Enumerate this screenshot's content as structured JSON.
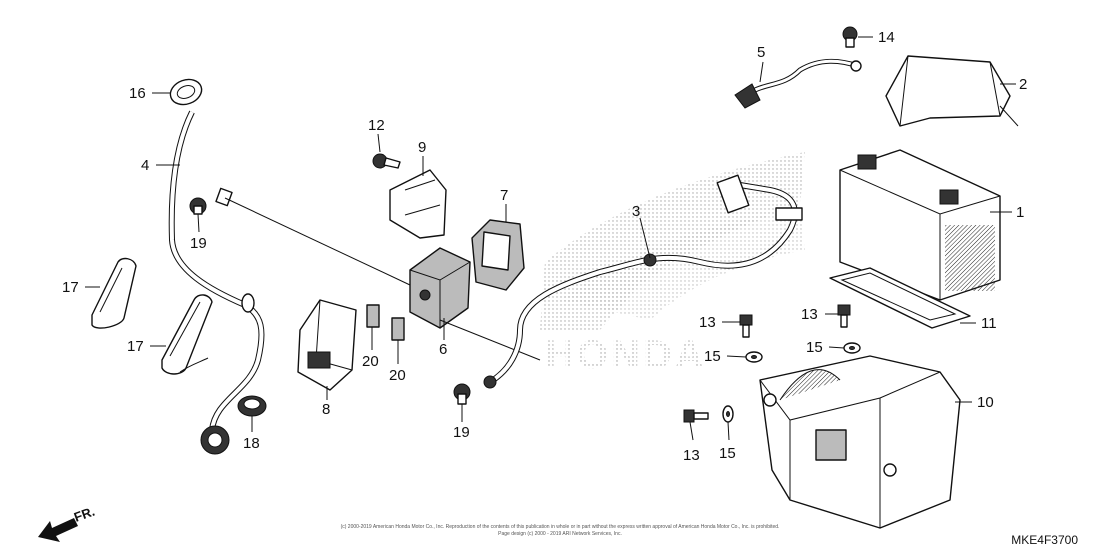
{
  "diagram": {
    "ref_code": "MKE4F3700",
    "direction_label": "FR.",
    "watermark": "HONDA",
    "copyright_line1": "(c) 2000-2019 American Honda Motor Co., Inc. Reproduction of the contents of this publication in whole or in part without the express written approval of American Honda Motor Co., Inc. is prohibited.",
    "copyright_line2": "Page design (c) 2000 - 2019 ARI Network Services, Inc."
  },
  "callouts": [
    {
      "id": "c1",
      "label": "1"
    },
    {
      "id": "c2",
      "label": "2"
    },
    {
      "id": "c3",
      "label": "3"
    },
    {
      "id": "c4",
      "label": "4"
    },
    {
      "id": "c5",
      "label": "5"
    },
    {
      "id": "c6",
      "label": "6"
    },
    {
      "id": "c7",
      "label": "7"
    },
    {
      "id": "c8",
      "label": "8"
    },
    {
      "id": "c9",
      "label": "9"
    },
    {
      "id": "c10",
      "label": "10"
    },
    {
      "id": "c11",
      "label": "11"
    },
    {
      "id": "c12",
      "label": "12"
    },
    {
      "id": "c13a",
      "label": "13"
    },
    {
      "id": "c13b",
      "label": "13"
    },
    {
      "id": "c13c",
      "label": "13"
    },
    {
      "id": "c14",
      "label": "14"
    },
    {
      "id": "c15a",
      "label": "15"
    },
    {
      "id": "c15b",
      "label": "15"
    },
    {
      "id": "c15c",
      "label": "15"
    },
    {
      "id": "c16",
      "label": "16"
    },
    {
      "id": "c17a",
      "label": "17"
    },
    {
      "id": "c17b",
      "label": "17"
    },
    {
      "id": "c18",
      "label": "18"
    },
    {
      "id": "c19a",
      "label": "19"
    },
    {
      "id": "c19b",
      "label": "19"
    },
    {
      "id": "c20a",
      "label": "20"
    },
    {
      "id": "c20b",
      "label": "20"
    }
  ]
}
